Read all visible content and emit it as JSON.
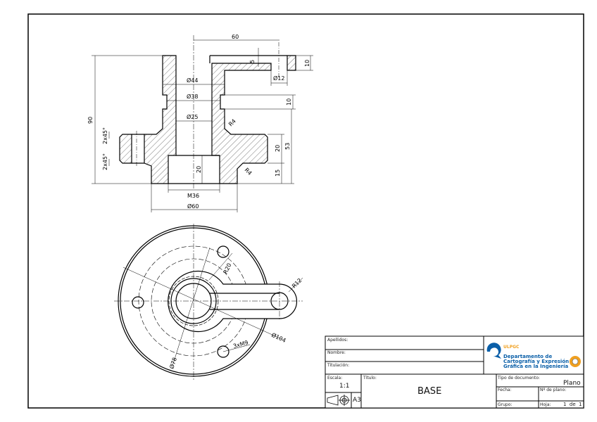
{
  "drawing": {
    "front_view_dims": {
      "d60_top": "60",
      "d5": "5",
      "d10_top": "10",
      "d12": "Ø12",
      "d44": "Ø44",
      "d38": "Ø38",
      "d10_groove": "10",
      "d25": "Ø25",
      "r4_top": "R4",
      "d90": "90",
      "chamfer_top": "2x45°",
      "chamfer_bottom": "2x45°",
      "d20_flange": "20",
      "d53": "53",
      "d20_bore": "20",
      "d15": "15",
      "r4_bottom": "R4",
      "m36": "M36",
      "d60_base": "Ø60"
    },
    "plan_view_dims": {
      "r20": "R20",
      "r12": "R12",
      "d104": "Ø104",
      "m9": "3xM9",
      "d78": "Ø78"
    }
  },
  "title_block": {
    "apellidos_label": "Apellidos:",
    "nombre_label": "Nombre:",
    "titulacion_label": "Titulación:",
    "org_short": "ULPGC",
    "org_line1": "Departamento de",
    "org_line2": "Cartografía y Expresión",
    "org_line3": "Gráfica en la Ingeniería",
    "escala_label": "Escala:",
    "escala_value": "1:1",
    "format": "A3",
    "titulo_label": "Título:",
    "titulo_value": "BASE",
    "tipo_label": "Tipo de documento:",
    "tipo_value": "Plano",
    "fecha_label": "Fecha:",
    "num_plano_label": "Nº de plano:",
    "grupo_label": "Grupo:",
    "hoja_label": "Hoja:",
    "hoja_value": "1  de  1"
  },
  "colors": {
    "logo_blue": "#0a5fa8",
    "logo_orange": "#f0a020"
  }
}
